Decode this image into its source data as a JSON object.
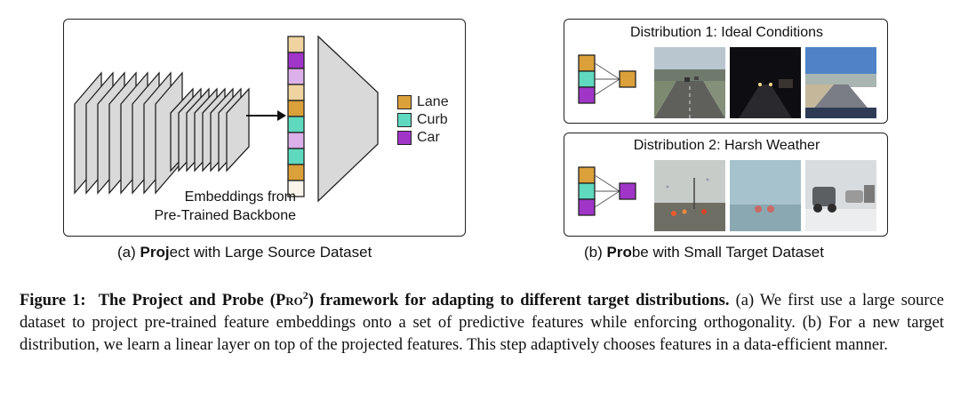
{
  "panel_a": {
    "embedding_label_line1": "Embeddings from",
    "embedding_label_line2": "Pre-Trained Backbone",
    "legend": [
      {
        "label": "Lane",
        "color": "#dba03a"
      },
      {
        "label": "Curb",
        "color": "#5fd9c0"
      },
      {
        "label": "Car",
        "color": "#a035c8"
      }
    ],
    "caption_prefix": "(a) ",
    "caption_bold": "Proj",
    "caption_rest": "ect with Large Source Dataset"
  },
  "panel_b": {
    "dist1_title": "Distribution 1: Ideal Conditions",
    "dist2_title": "Distribution 2: Harsh Weather",
    "caption_prefix": "(b) ",
    "caption_bold": "Pro",
    "caption_rest": "be with Small Target Dataset"
  },
  "colors": {
    "lane": "#dba03a",
    "lane_light": "#efd3a0",
    "curb": "#5fd9c0",
    "car": "#a035c8",
    "car_light": "#dcb0ea",
    "empty": "#faf4ea",
    "layer_fill": "#d9d9d9"
  },
  "figure_caption": {
    "label": "Figure 1:",
    "bold_title_pre": "The Project and Probe (",
    "bold_title_pro": "Pro",
    "bold_title_sup": "2",
    "bold_title_post": ") framework for adapting to different target distributions.",
    "body": "(a) We first use a large source dataset to project pre-trained feature embeddings onto a set of predictive features while enforcing orthogonality. (b) For a new target distribution, we learn a linear layer on top of the projected features. This step adaptively chooses features in a data-efficient manner."
  }
}
